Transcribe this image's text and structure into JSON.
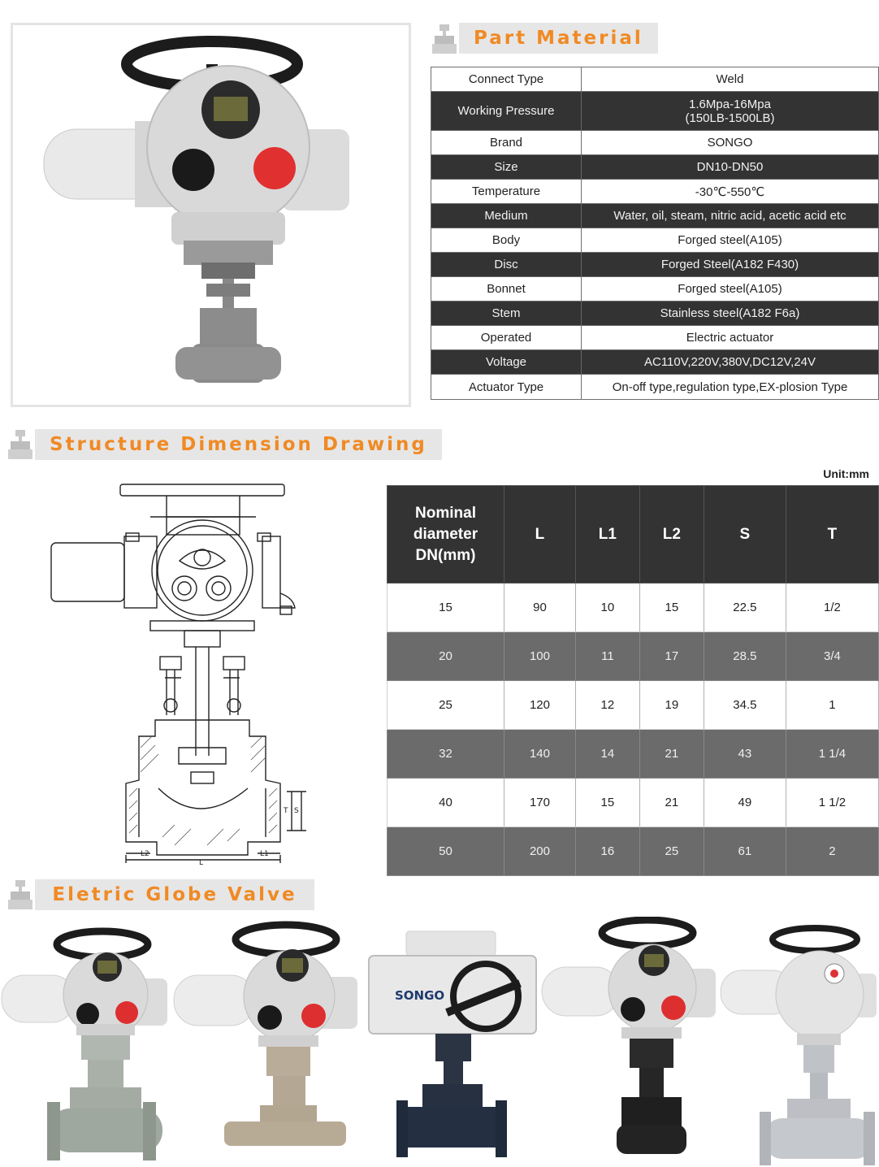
{
  "sections": {
    "part_material": "Part Material",
    "structure": "Structure Dimension Drawing",
    "gallery": "Eletric Globe Valve"
  },
  "part_material": [
    {
      "key": "Connect Type",
      "value": "Weld"
    },
    {
      "key": "Working Pressure",
      "value": "1.6Mpa-16Mpa",
      "value2": "(150LB-1500LB)"
    },
    {
      "key": "Brand",
      "value": "SONGO"
    },
    {
      "key": "Size",
      "value": "DN10-DN50"
    },
    {
      "key": "Temperature",
      "value": "-30℃-550℃"
    },
    {
      "key": "Medium",
      "value": "Water, oil, steam, nitric acid, acetic acid etc"
    },
    {
      "key": "Body",
      "value": "Forged steel(A105)"
    },
    {
      "key": "Disc",
      "value": "Forged Steel(A182 F430)"
    },
    {
      "key": "Bonnet",
      "value": "Forged steel(A105)"
    },
    {
      "key": "Stem",
      "value": "Stainless steel(A182 F6a)"
    },
    {
      "key": "Operated",
      "value": "Electric actuator"
    },
    {
      "key": "Voltage",
      "value": "AC110V,220V,380V,DC12V,24V"
    },
    {
      "key": "Actuator Type",
      "value": "On-off type,regulation type,EX-plosion Type"
    }
  ],
  "dimensions": {
    "unit": "Unit:mm",
    "headers": [
      "Nominal",
      "diameter",
      "DN(mm)",
      "L",
      "L1",
      "L2",
      "S",
      "T"
    ],
    "rows": [
      [
        "15",
        "90",
        "10",
        "15",
        "22.5",
        "1/2"
      ],
      [
        "20",
        "100",
        "11",
        "17",
        "28.5",
        "3/4"
      ],
      [
        "25",
        "120",
        "12",
        "19",
        "34.5",
        "1"
      ],
      [
        "32",
        "140",
        "14",
        "21",
        "43",
        "1 1/4"
      ],
      [
        "40",
        "170",
        "15",
        "21",
        "49",
        "1 1/2"
      ],
      [
        "50",
        "200",
        "16",
        "25",
        "61",
        "2"
      ]
    ]
  },
  "drawing_labels": {
    "l2": "L2",
    "l": "L",
    "l1": "L1",
    "t": "T",
    "s": "S"
  },
  "gallery_brand": "SONGO",
  "colors": {
    "accent": "#f08a24",
    "dark_row": "#333333",
    "dim_dark_row": "#6b6b6b",
    "header_bg": "#e6e6e6"
  }
}
